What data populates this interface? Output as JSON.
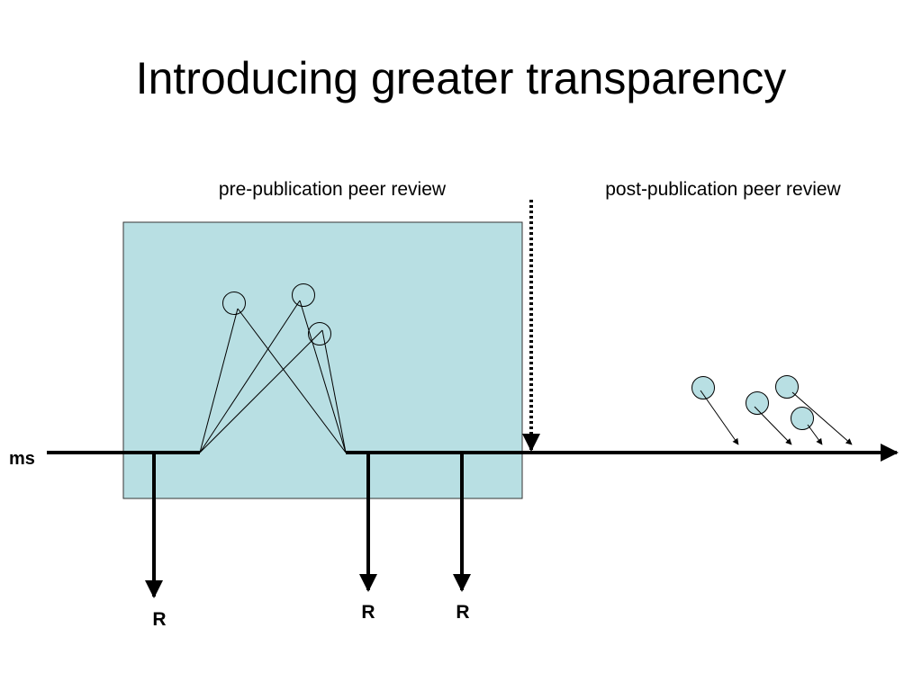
{
  "slide": {
    "title": "Introducing greater transparency"
  },
  "diagram": {
    "pre_label": "pre-publication peer review",
    "post_label": "post-publication peer review",
    "timeline_label": "ms",
    "outcome_labels": [
      "R",
      "R",
      "R"
    ]
  },
  "colors": {
    "box_fill": "#b8dfe3",
    "post_reviewer_fill": "#b8dfe3",
    "line": "#000000"
  },
  "icons": {
    "reviewer": "circle-icon",
    "published_comment": "filled-circle-icon"
  }
}
